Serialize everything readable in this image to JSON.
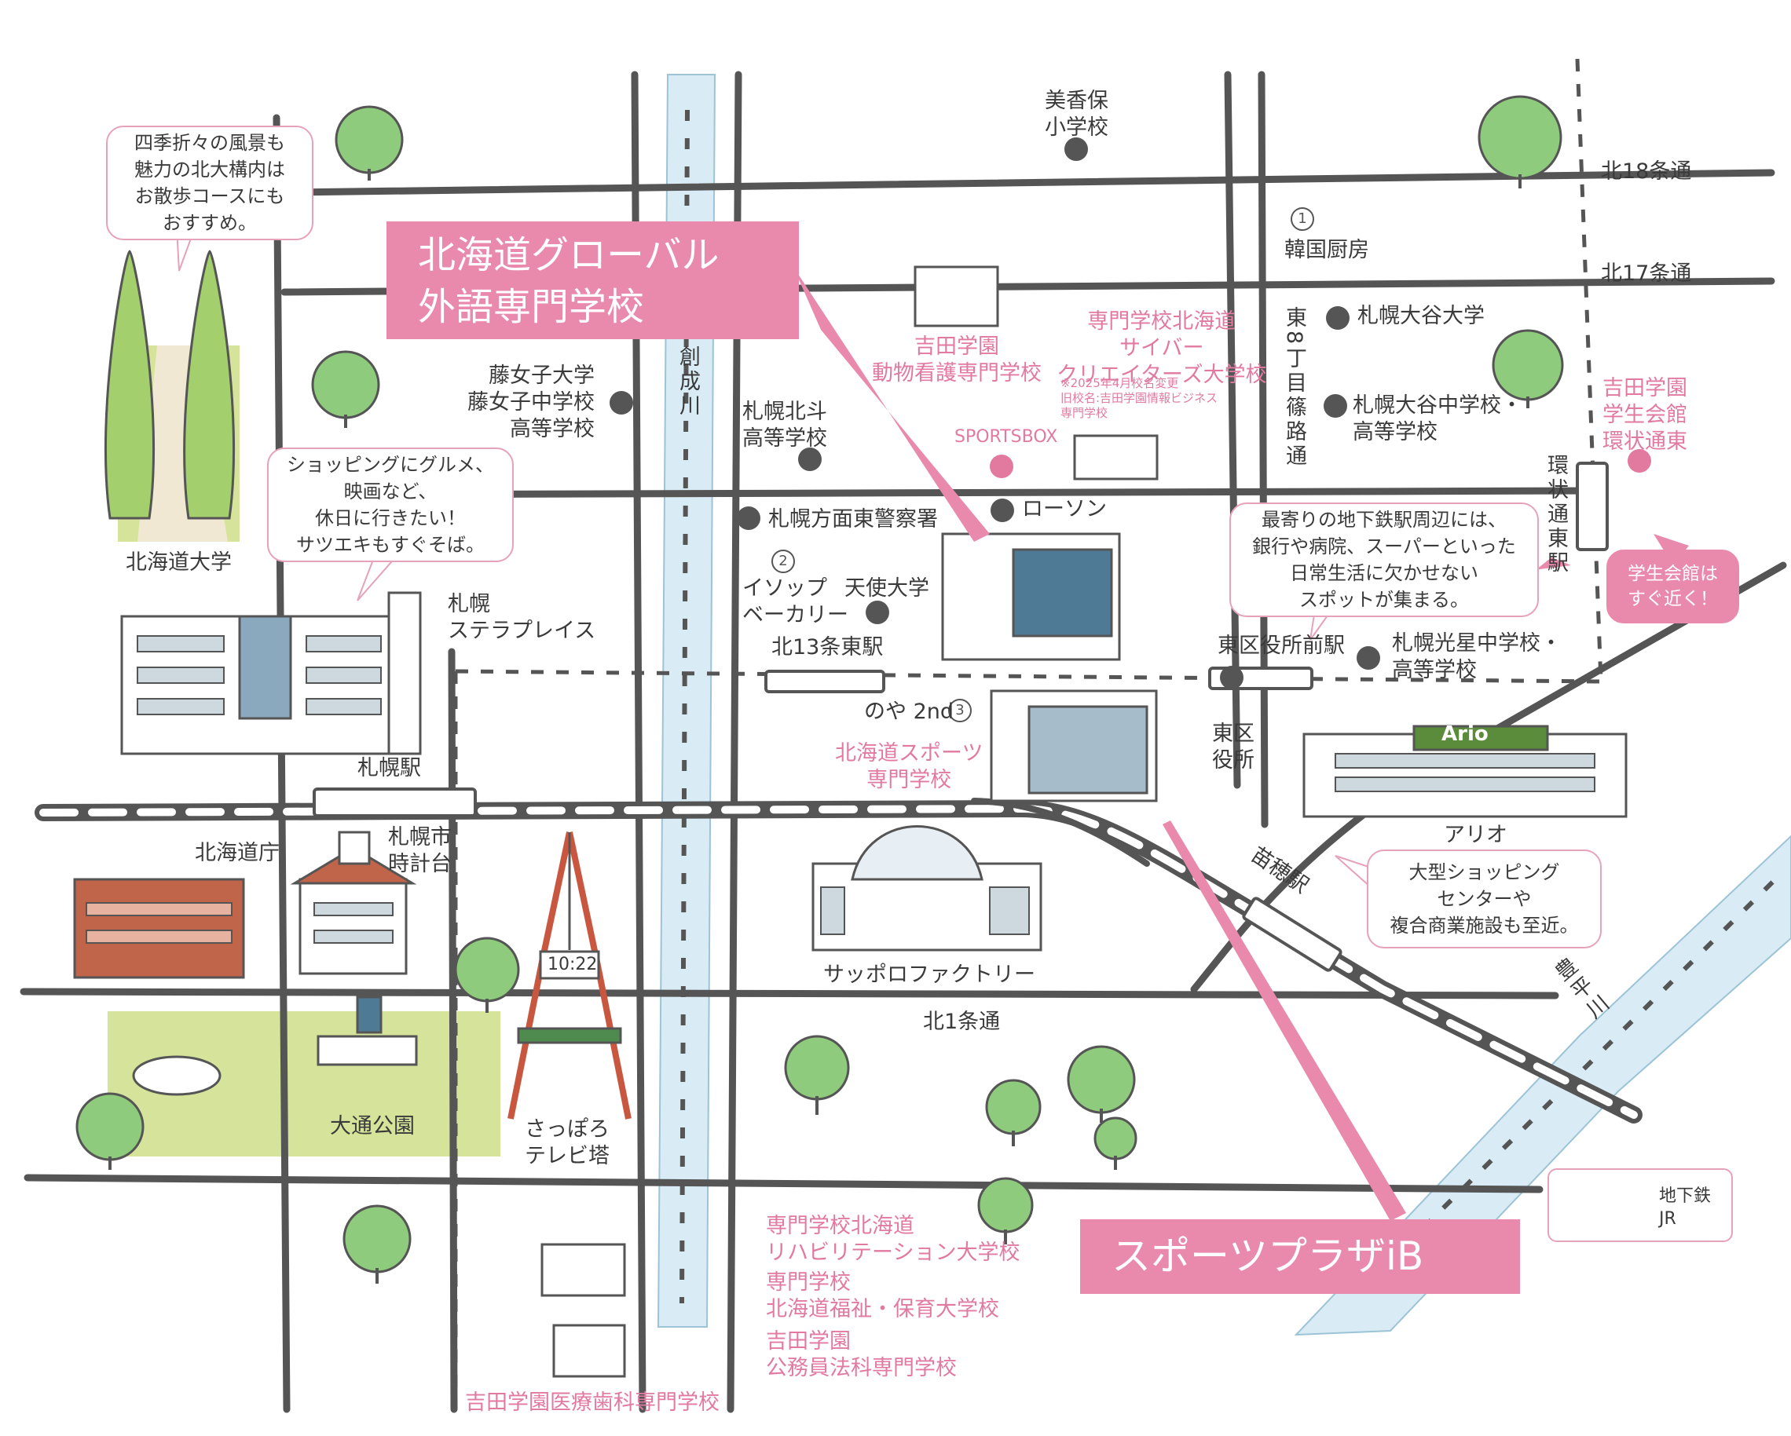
{
  "colors": {
    "accent_pink": "#e98aac",
    "road": "#555555",
    "river": "#d9ecf5",
    "park": "#d6e39a",
    "tree": "#8fcb7c"
  },
  "banners": {
    "school_main": "北海道グローバル\n外語専門学校",
    "sports_plaza": "スポーツプラザiB"
  },
  "bubbles": {
    "hokudai": "四季折々の風景も\n魅力の北大構内は\nお散歩コースにも\nおすすめ。",
    "shopping": "ショッピングにグルメ、\n映画など、\n休日に行きたい！\nサツエキもすぐそば。",
    "subway": "最寄りの地下鉄駅周辺には、\n銀行や病院、スーパーといった\n日常生活に欠かせない\nスポットが集まる。",
    "mall": "大型ショッピング\nセンターや\n複合商業施設も至近。",
    "gakusei": "学生会館は\nすぐ近く！"
  },
  "streets": {
    "kita18": "北18条通",
    "kita17": "北17条通",
    "kita1": "北1条通",
    "higashi8": "東8丁目篠路通"
  },
  "rivers": {
    "sosei": "創成川",
    "toyohira": "豊平川"
  },
  "stations": {
    "sapporo": "札幌駅",
    "kita13": "北13条東駅",
    "kuyakusho": "東区役所前駅",
    "kanjo": "環状通東駅",
    "naebo": "苗穂駅"
  },
  "places": {
    "mikaho": "美香保\n小学校",
    "kankoku": "韓国厨房",
    "otani_univ": "札幌大谷大学",
    "otani_hs": "札幌大谷中学校・\n高等学校",
    "fuji": "藤女子大学\n藤女子中学校\n高等学校",
    "hokuto": "札幌北斗\n高等学校",
    "police": "札幌方面東警察署",
    "lawson": "ローソン",
    "aesop": "イソップ\nベーカリー",
    "tenshi": "天使大学",
    "hokudai": "北海道大学",
    "stellar": "札幌\nステラプレイス",
    "noya": "のや 2nd",
    "higashiku": "東区\n役所",
    "kosei": "札幌光星中学校・\n高等学校",
    "ario": "アリオ",
    "dochou": "北海道庁",
    "tokeidai": "札幌市\n時計台",
    "factory": "サッポロファクトリー",
    "odori": "大通公園",
    "tvtower": "さっぽろ\nテレビ塔",
    "clock": "10:22"
  },
  "pink_places": {
    "doubutsu": "吉田学園\n動物看護専門学校",
    "cyber": "専門学校北海道\nサイバー\nクリエイターズ大学校",
    "cyber_note": "※2025年4月校名変更\n旧校名:吉田学園情報ビジネス\n専門学校",
    "sportsbox": "SPORTSBOX",
    "gakusei_kaikan": "吉田学園\n学生会館\n環状通東",
    "sports_school": "北海道スポーツ\n専門学校",
    "rehab": "専門学校北海道\nリハビリテーション大学校",
    "fukushi": "専門学校\n北海道福祉・保育大学校",
    "koumuin": "吉田学園\n公務員法科専門学校",
    "shika": "吉田学園医療歯科専門学校"
  },
  "markers": {
    "m1": "1",
    "m2": "2",
    "m3": "3"
  },
  "logos": {
    "ario": "Ario"
  },
  "legend": {
    "subway": "地下鉄",
    "jr": "JR"
  }
}
